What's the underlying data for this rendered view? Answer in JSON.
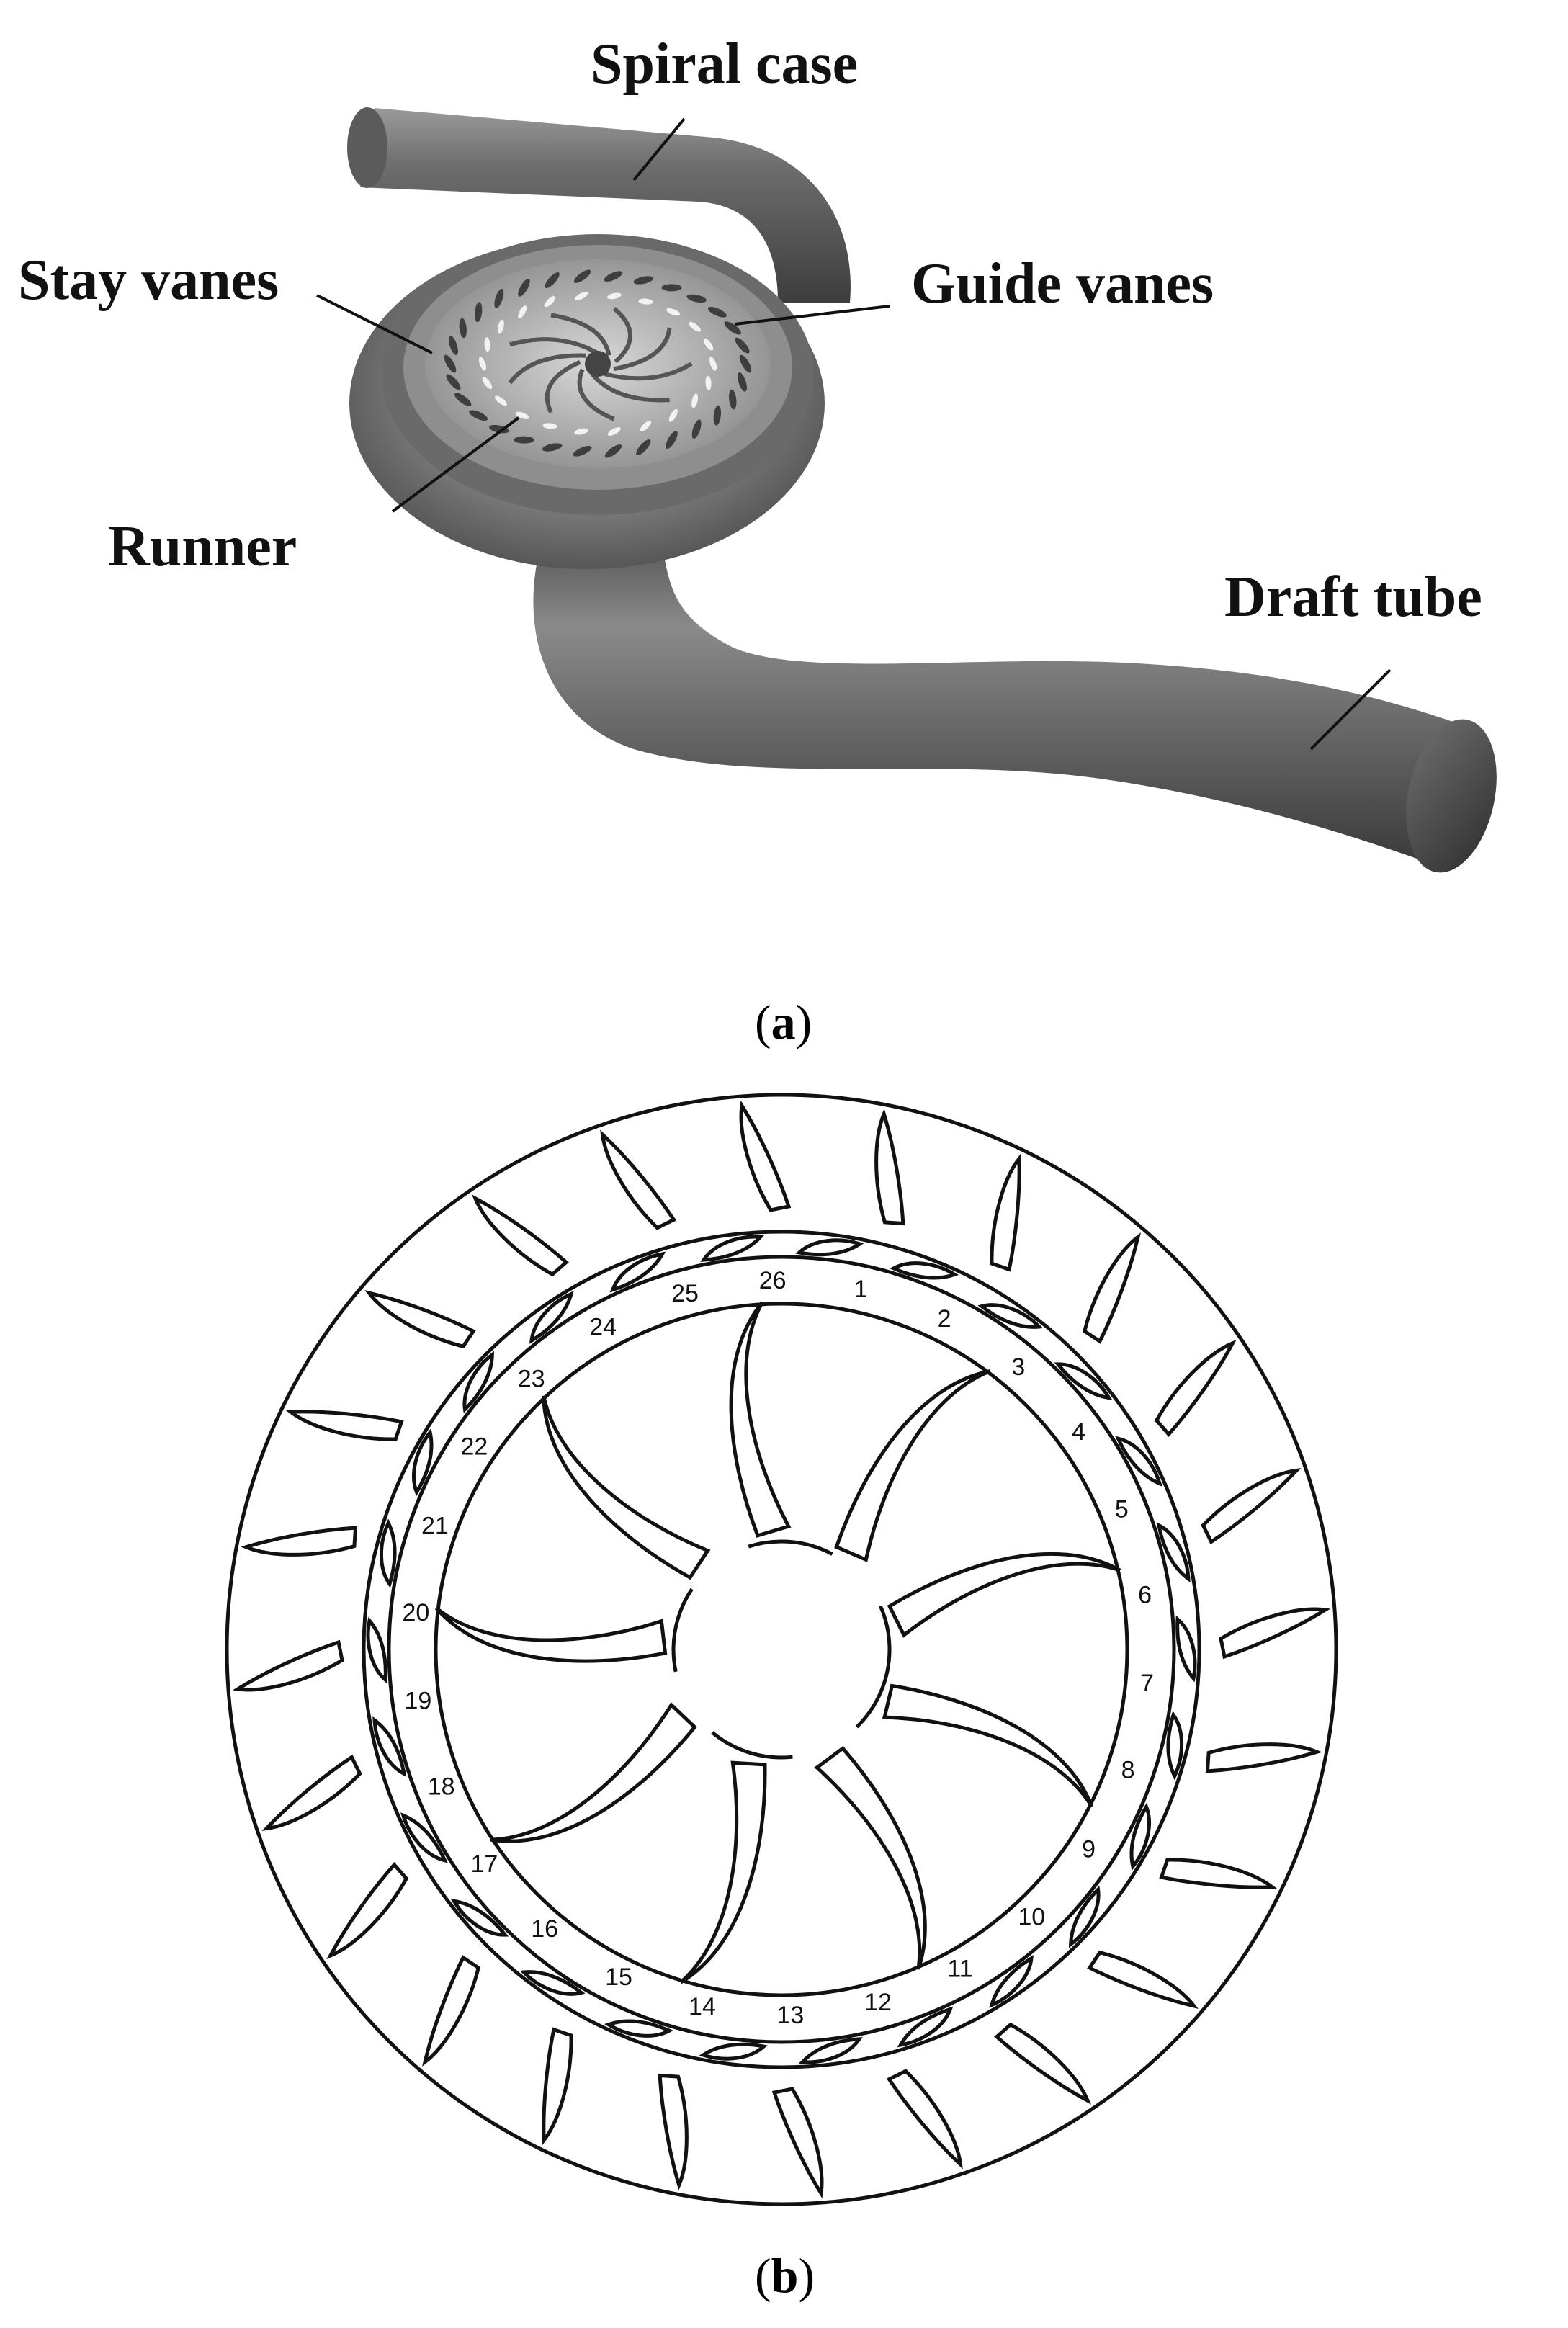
{
  "panel_a": {
    "labels": {
      "spiral_case": "Spiral case",
      "stay_vanes": "Stay vanes",
      "guide_vanes": "Guide vanes",
      "runner": "Runner",
      "draft_tube": "Draft tube"
    },
    "caption_letter": "a"
  },
  "panel_b": {
    "guide_vane_numbers": [
      "1",
      "2",
      "3",
      "4",
      "5",
      "6",
      "7",
      "8",
      "9",
      "10",
      "11",
      "12",
      "13",
      "14",
      "15",
      "16",
      "17",
      "18",
      "19",
      "20",
      "21",
      "22",
      "23",
      "24",
      "25",
      "26"
    ],
    "caption_letter": "b"
  }
}
